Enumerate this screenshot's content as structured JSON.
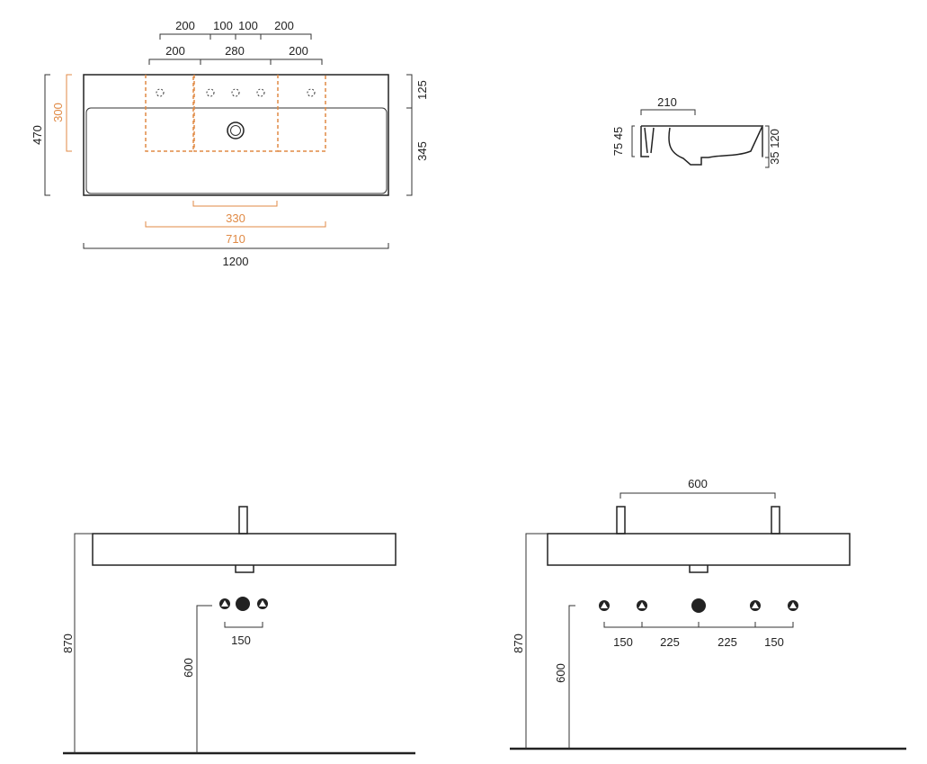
{
  "plan_view": {
    "top_row_dims": [
      "200",
      "100",
      "100",
      "200"
    ],
    "second_row_dims": [
      "200",
      "280",
      "200"
    ],
    "overall_depth": "470",
    "cabinet_depth": "300",
    "deck_depth": "125",
    "bowl_depth": "345",
    "cabinet_inner_width": "330",
    "cabinet_width": "710",
    "overall_width": "1200"
  },
  "section_view": {
    "top_width": "210",
    "left_dims": "75 45",
    "right_dims": "35 120"
  },
  "elevation_single": {
    "basin_height": "870",
    "waste_height": "600",
    "tap_spacing": "150"
  },
  "elevation_double": {
    "faucet_spacing": "600",
    "basin_height": "870",
    "waste_height": "600",
    "spacings": [
      "150",
      "225",
      "225",
      "150"
    ]
  },
  "colors": {
    "dimension_orange": "#e08a45",
    "line": "#222222"
  }
}
